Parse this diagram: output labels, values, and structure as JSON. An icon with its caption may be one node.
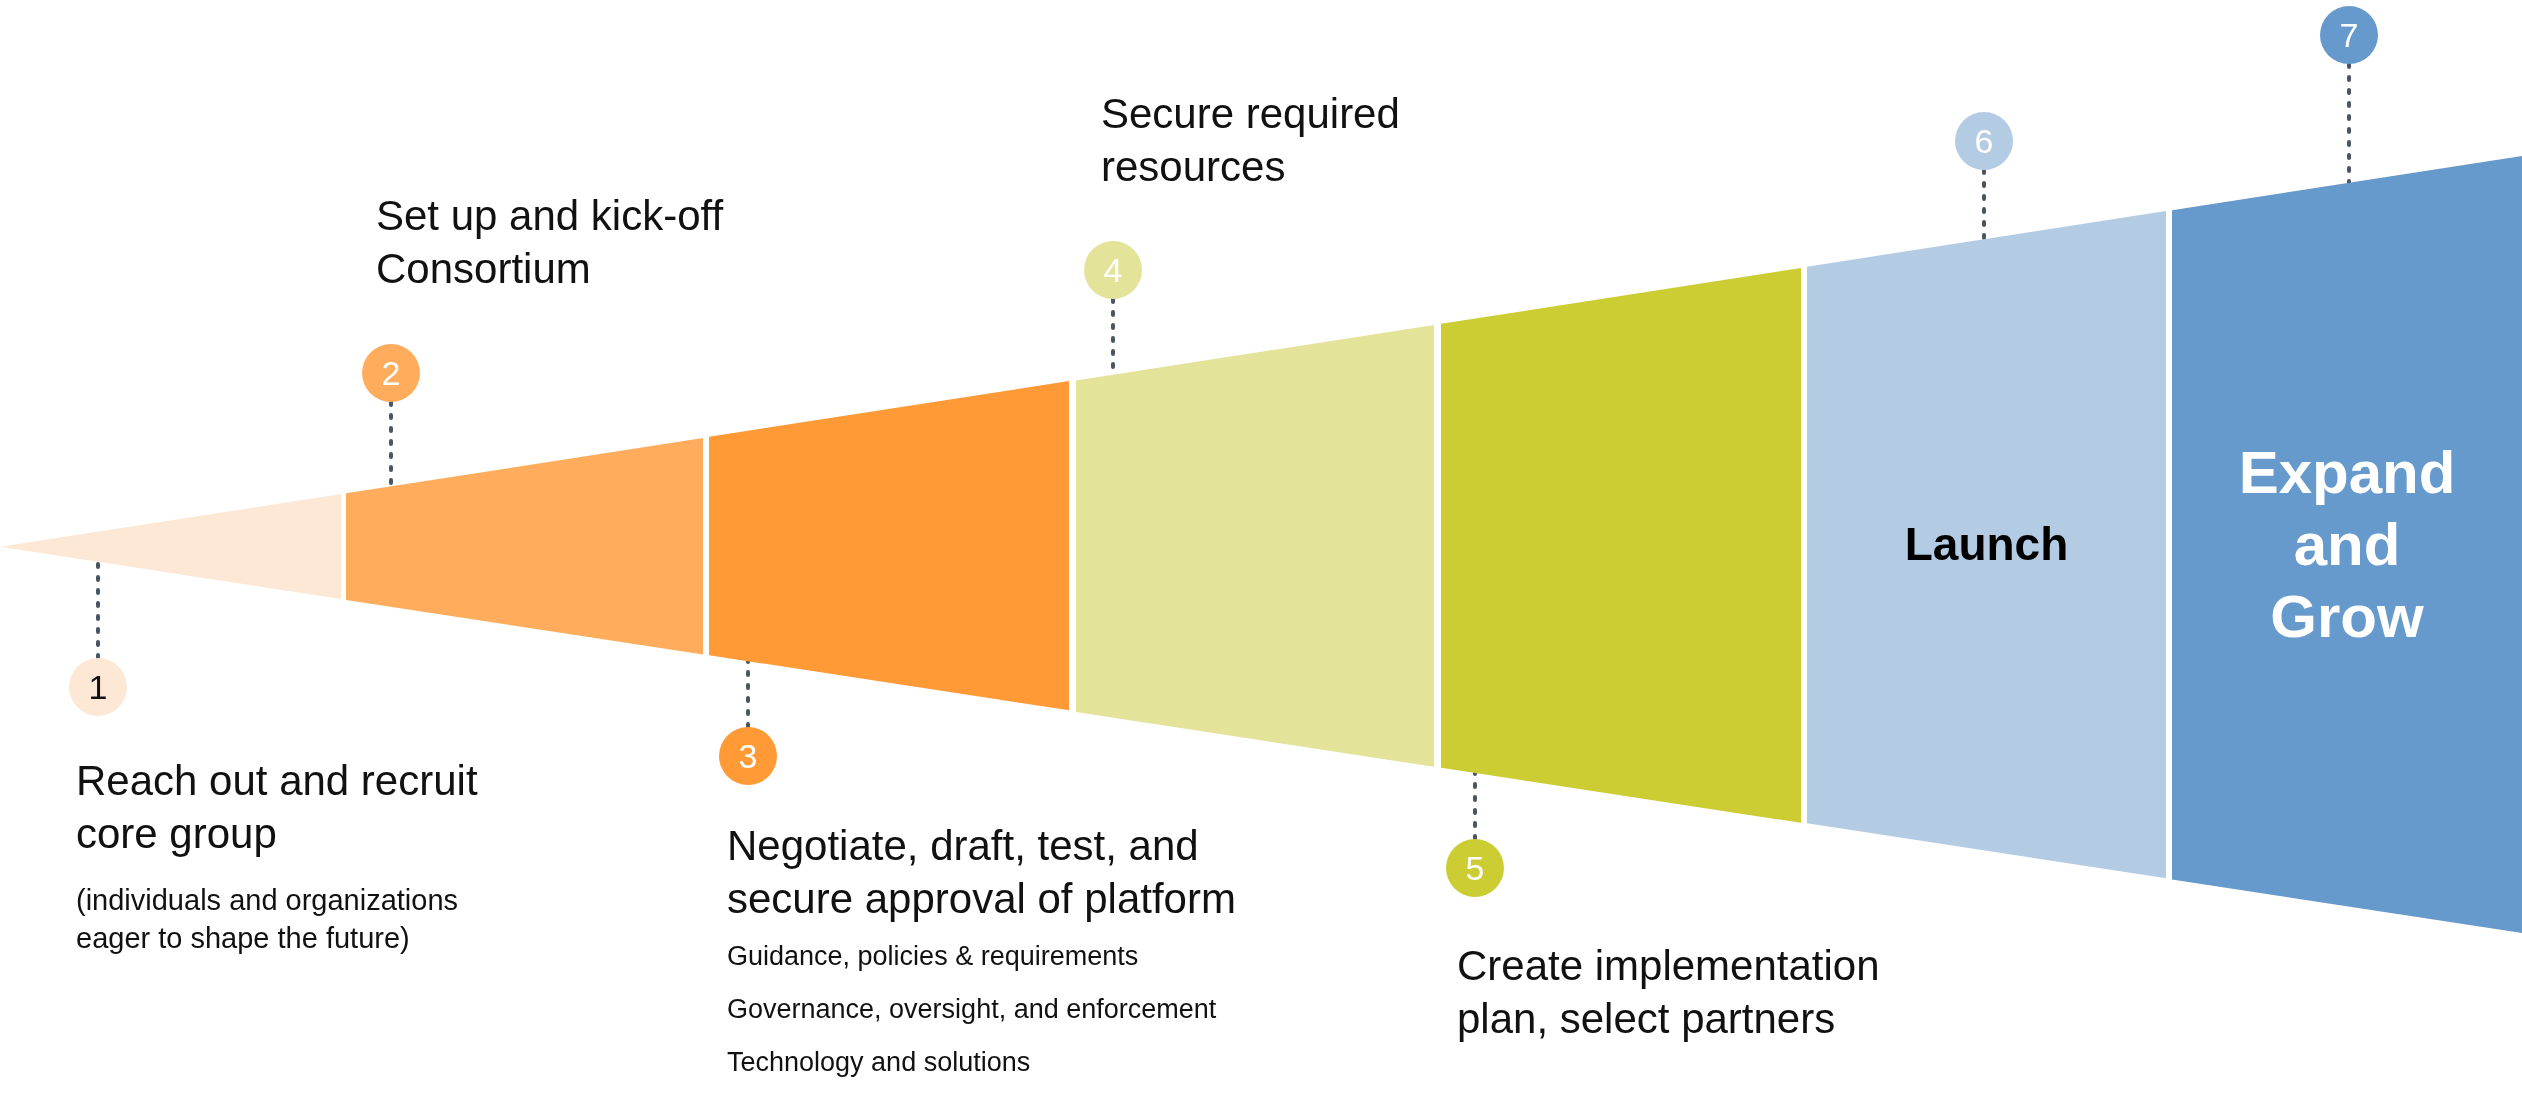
{
  "diagram": {
    "nodes": [
      {
        "text": [],
        "shape": "box"
      },
      {
        "text": [],
        "shape": "box"
      },
      {
        "text": [],
        "shape": "box"
      },
      {
        "text": [],
        "shape": "box"
      },
      {
        "text": [],
        "shape": "box"
      },
      {
        "text": [
          "Launch"
        ]
      },
      {
        "text": [
          "Expand and Grow"
        ]
      },
      {
        "text": [
          "1"
        ],
        "beside": [
          "Reach out and recruit core group",
          "(individuals and organizations eager to shape the future)"
        ]
      },
      {
        "text": [
          "2"
        ],
        "beside": [
          "Set up and kick-off Consortium"
        ]
      },
      {
        "text": [
          "3"
        ],
        "beside": [
          "Negotiate, draft, test, and secure approval of platform",
          "Guidance, policies & requirements",
          "Governance, oversight, and enforcement",
          "Technology and solutions"
        ]
      },
      {
        "text": [
          "4"
        ],
        "beside": [
          "Secure required resources"
        ]
      },
      {
        "text": [
          "5"
        ],
        "beside": [
          "Create implementation plan, select partners"
        ]
      },
      {
        "text": [
          "6"
        ]
      },
      {
        "text": [
          "7"
        ]
      }
    ],
    "edges": [
      {
        "from": 7,
        "to": 0,
        "arrow": "none"
      },
      {
        "from": 8,
        "to": 1,
        "arrow": "none"
      },
      {
        "from": 9,
        "to": 2,
        "arrow": "none"
      },
      {
        "from": 10,
        "to": 3,
        "arrow": "none"
      },
      {
        "from": 11,
        "to": 4,
        "arrow": "none"
      },
      {
        "from": 12,
        "to": 5,
        "arrow": "none"
      },
      {
        "from": 13,
        "to": 6,
        "arrow": "none"
      }
    ]
  }
}
